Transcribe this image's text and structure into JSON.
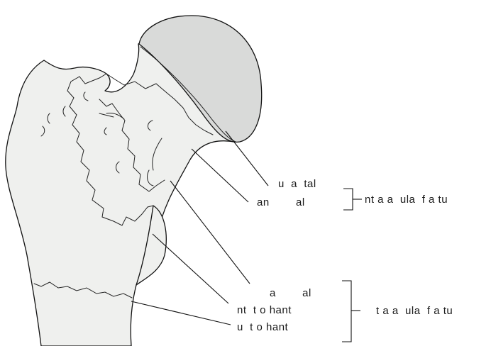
{
  "labels": {
    "l1": "u  a  tal",
    "l2": "an        al",
    "l3": "a        al",
    "l4": "nt  t o hant",
    "l5": "u  t o hant"
  },
  "groups": {
    "g1": "nt a a  ula  f a tu",
    "g2": "t a a  ula  f a tu"
  },
  "colors": {
    "bone": "#eff0ee",
    "head": "#d9dad9",
    "line": "#111111"
  }
}
